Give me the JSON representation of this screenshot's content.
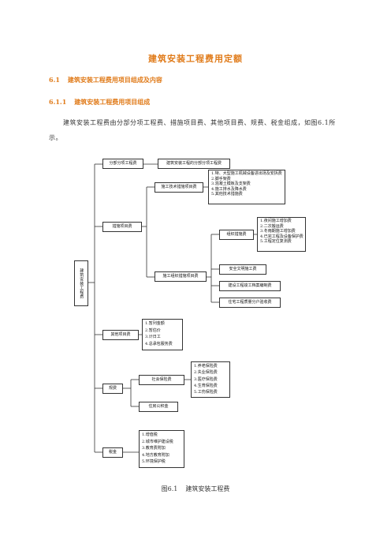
{
  "doc": {
    "title": "建筑安装工程费用定额",
    "section": {
      "num": "6.1",
      "text": "建筑安装工程费用项目组成及内容"
    },
    "subsection": {
      "num": "6.1.1",
      "text": "建筑安装工程费用项目组成"
    },
    "paragraph": "建筑安装工程费由分部分项工程费、措施项目费、其他项目费、规费、税金组成，如图6.1所示。",
    "caption": {
      "num": "图6.1",
      "text": "建筑安装工程费"
    }
  },
  "diagram": {
    "root": "建筑安装工程费",
    "branches": {
      "fenbu": "分部分项工程费",
      "fenbu_desc": "建筑安装工程的分部分项工程费",
      "cuoshi": "措施项目费",
      "tech": "施工技术措施项目费",
      "tech_items": [
        "1.特、大型施工机械设备进出场及安拆费",
        "2.脚手架费",
        "3.混凝土模板及支架费",
        "4.施工排水及降水费",
        "5.其他技术措施费"
      ],
      "org": "施工组织措施项目费",
      "org_group": "组织措施费",
      "org_items": [
        "1.夜间施工增加费",
        "2.二次搬运费",
        "3.冬雨期施工增加费",
        "4.已完工程及设备保护费",
        "5.工程定位复测费"
      ],
      "org_safety": "安全文明施工费",
      "org_archive": "建设工程竣工档案编制费",
      "org_house": "住宅工程质量分户验收费",
      "other": "其他项目费",
      "other_items": [
        "1.暂列金额",
        "2.暂估价",
        "3.计日工",
        "4.总承包服务费"
      ],
      "guifei": "规费",
      "social": "社会保险费",
      "social_items": [
        "1.养老保险费",
        "2.失业保险费",
        "3.医疗保险费",
        "4.生育保险费",
        "5.工伤保险费"
      ],
      "housing": "住房公积金",
      "tax": "税金",
      "tax_items": [
        "1.增值税",
        "2.城市维护建设税",
        "3.教育费附加",
        "4.地方教育附加",
        "5.环境保护税"
      ]
    }
  }
}
